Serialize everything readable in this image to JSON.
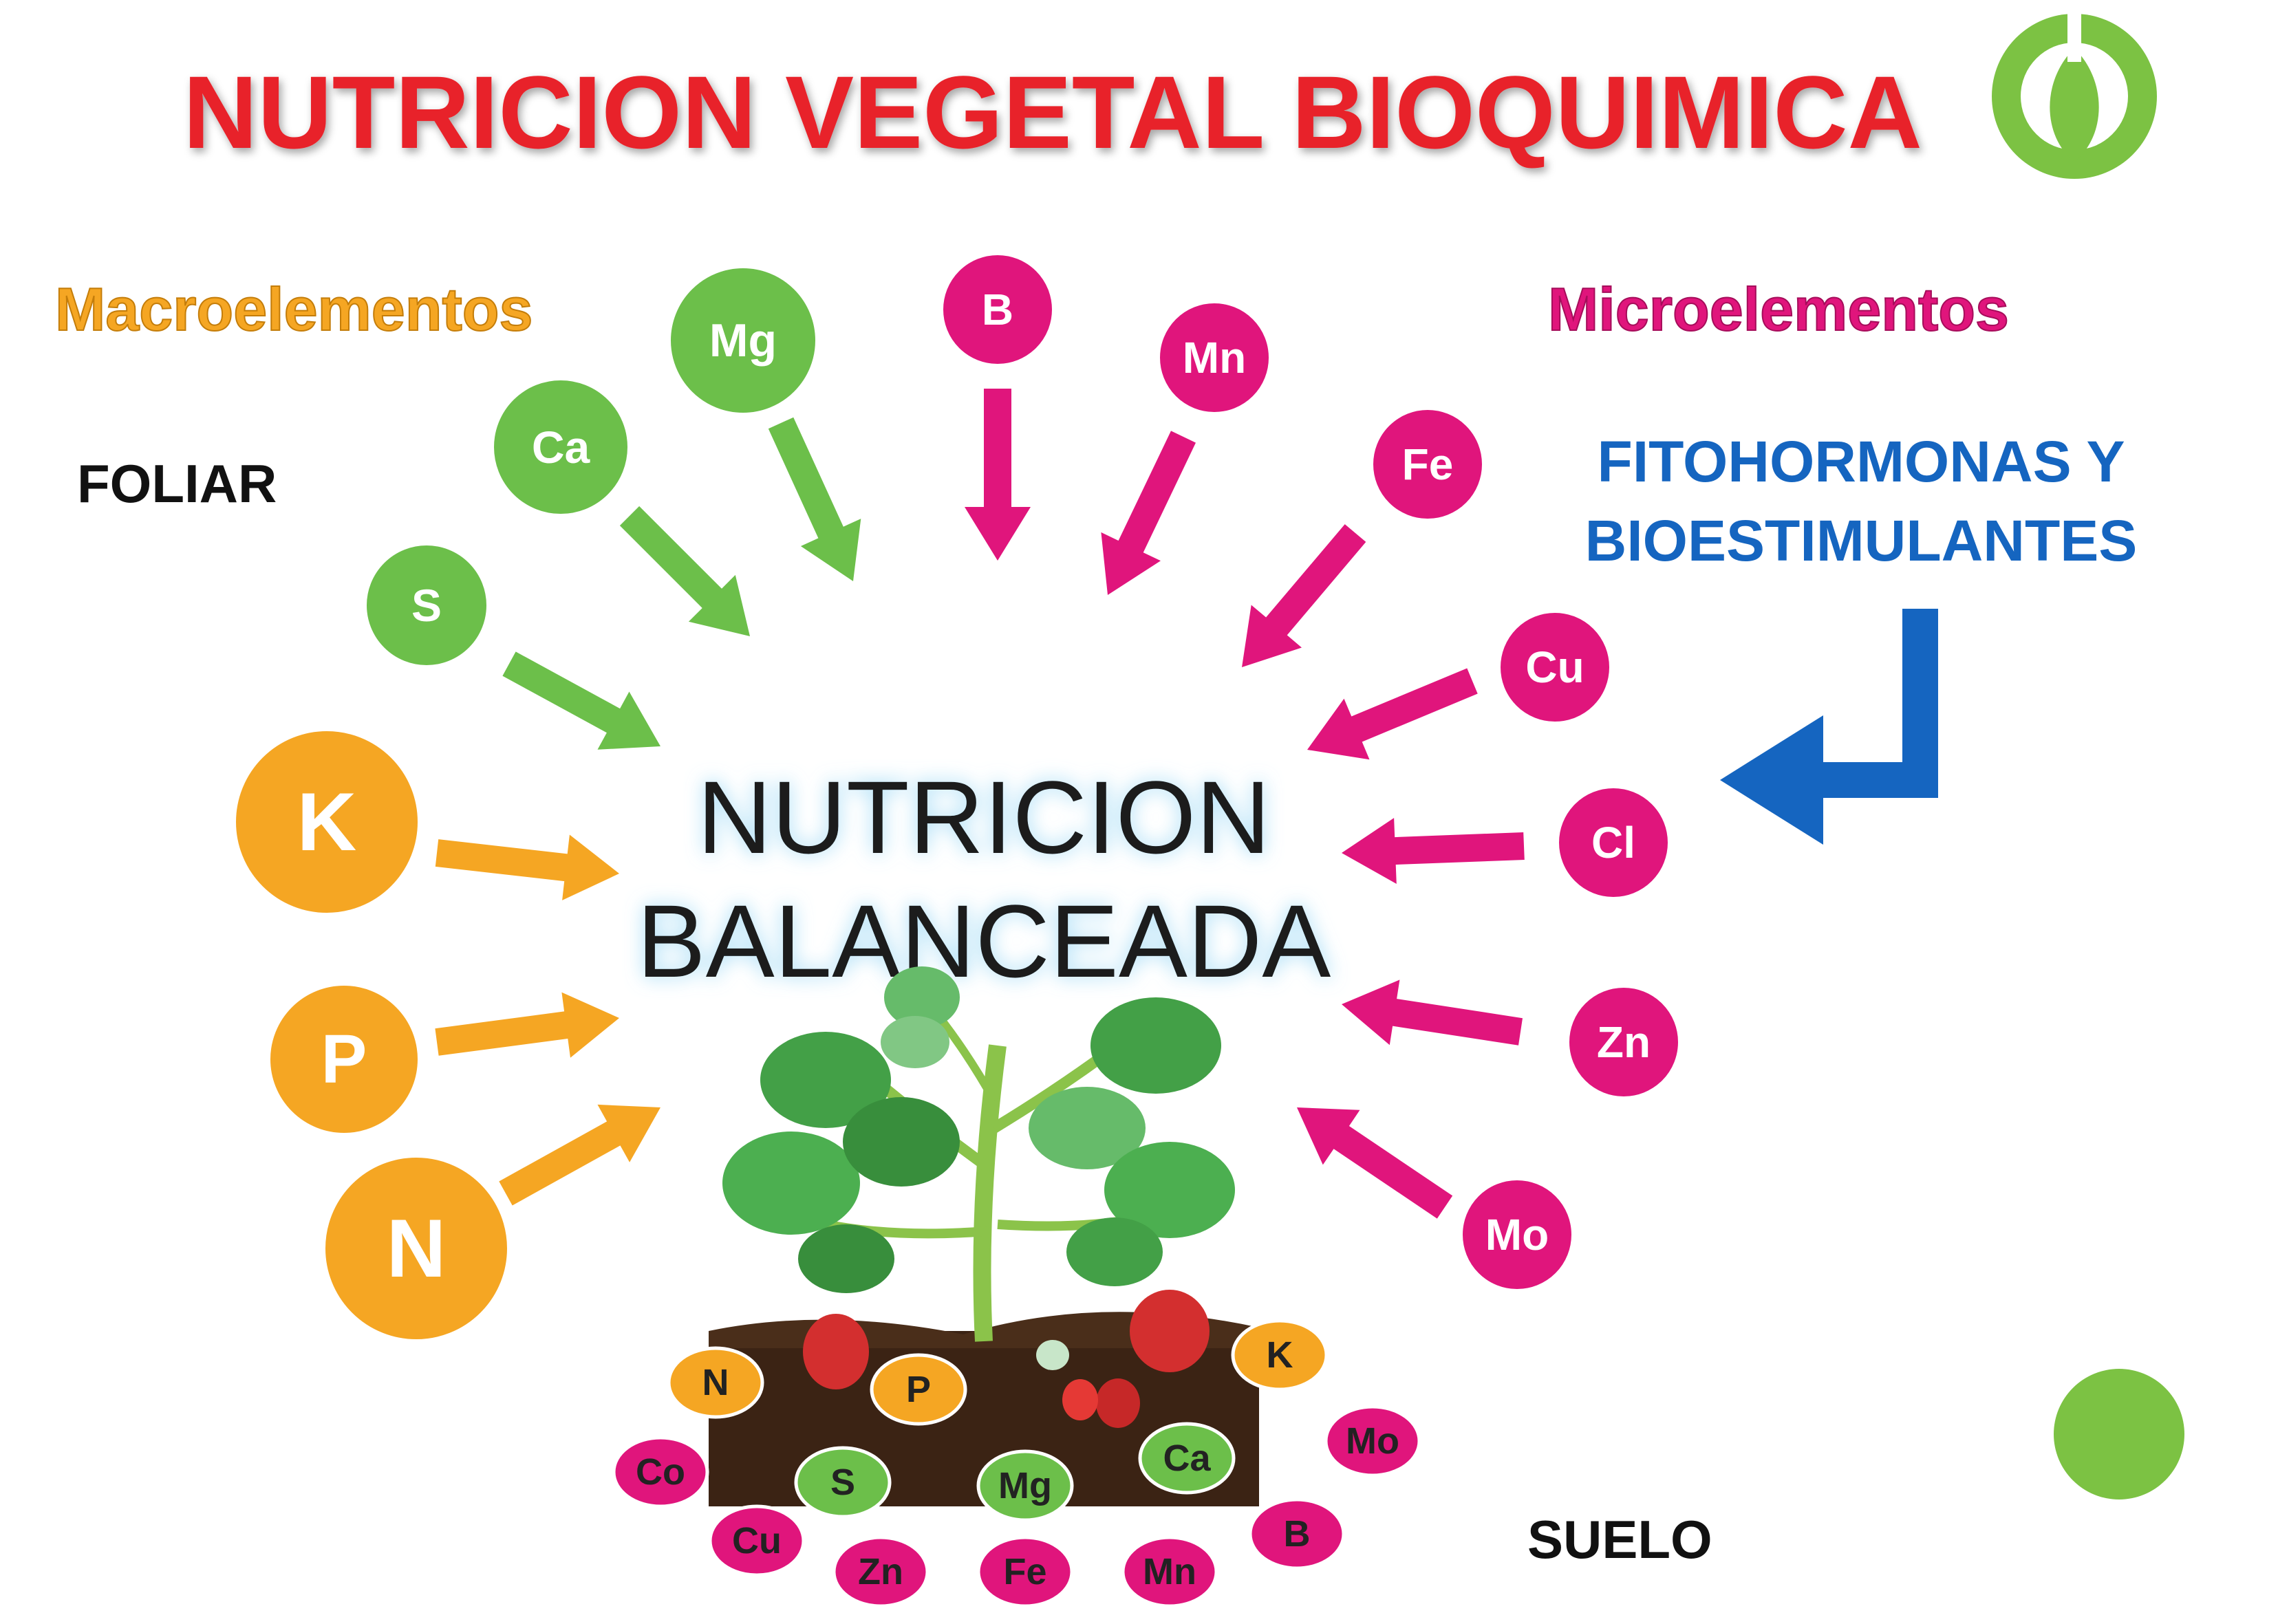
{
  "title": "NUTRICION VEGETAL BIOQUIMICA",
  "macro_label": "Macroelementos",
  "micro_label": "Microelementos",
  "foliar_label": "FOLIAR",
  "suelo_label": "SUELO",
  "hormones_line1": "FITOHORMONAS Y",
  "hormones_line2": "BIOESTIMULANTES",
  "center_line1": "NUTRICION",
  "center_line2": "BALANCEADA",
  "colors": {
    "title": "#e8232a",
    "macro_orange": "#f5a623",
    "macro_green": "#6cbf4a",
    "micro_pink": "#e0157c",
    "hormones_blue": "#1565c0",
    "soil": "#3b2314",
    "logo_green": "#7cc243"
  },
  "foliar_macro": [
    "S",
    "Ca",
    "Mg",
    "K",
    "P",
    "N"
  ],
  "foliar_micro": [
    "B",
    "Mn",
    "Fe",
    "Cu",
    "Cl",
    "Zn",
    "Mo"
  ],
  "soil_elements": [
    "N",
    "P",
    "K",
    "S",
    "Mg",
    "Ca",
    "Co",
    "Cu",
    "Zn",
    "Fe",
    "Mn",
    "B",
    "Mo"
  ],
  "icons": [
    "logo-icon",
    "strawberry-plant-icon",
    "return-arrow-icon",
    "green-dot-icon"
  ]
}
